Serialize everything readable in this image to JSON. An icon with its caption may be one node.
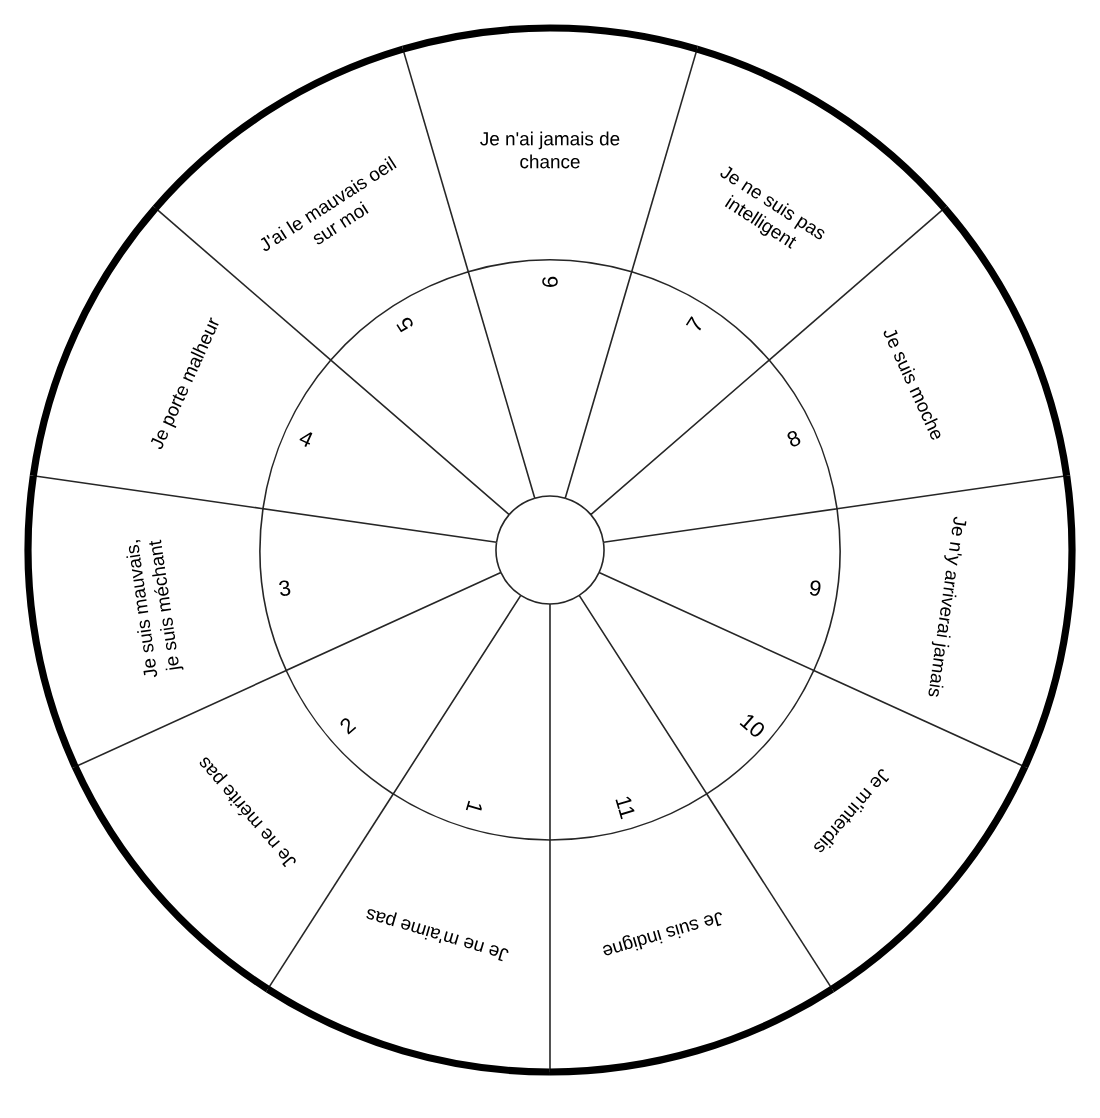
{
  "diagram": {
    "nodes": [
      {
        "text": [
          "1"
        ]
      },
      {
        "text": [
          "2"
        ]
      },
      {
        "text": [
          "3"
        ]
      },
      {
        "text": [
          "4"
        ]
      },
      {
        "text": [
          "5"
        ]
      },
      {
        "text": [
          "6"
        ]
      },
      {
        "text": [
          "7"
        ]
      },
      {
        "text": [
          "8"
        ]
      },
      {
        "text": [
          "9"
        ]
      },
      {
        "text": [
          "10"
        ]
      },
      {
        "text": [
          "11"
        ]
      },
      {
        "text": [
          "Je ne m'aime pas"
        ]
      },
      {
        "text": [
          "Je ne mérite pas"
        ]
      },
      {
        "text": [
          "Je suis mauvais, je suis méchant"
        ]
      },
      {
        "text": [
          "Je porte malheur"
        ]
      },
      {
        "text": [
          "J'ai le mauvais oeil sur moi"
        ]
      },
      {
        "text": [
          "Je n'ai jamais de chance"
        ]
      },
      {
        "text": [
          "Je ne suis pas intelligent"
        ]
      },
      {
        "text": [
          "Je suis moche"
        ]
      },
      {
        "text": [
          "Je n'y arriverai jamais"
        ]
      },
      {
        "text": [
          "Je m'interdis"
        ]
      },
      {
        "text": [
          "Je suis indigne"
        ]
      }
    ]
  }
}
